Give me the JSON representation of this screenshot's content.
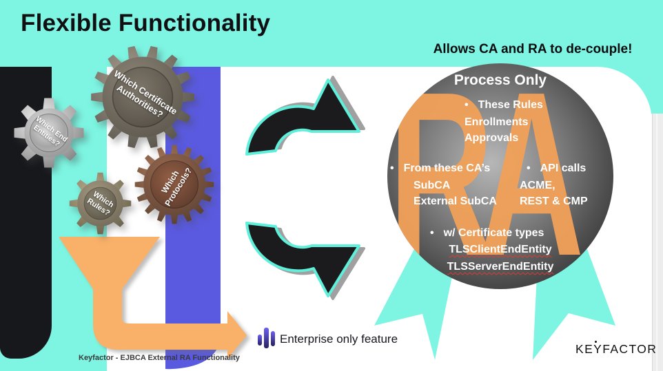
{
  "title": "Flexible Functionality",
  "callout": "Allows CA and RA to de-couple!",
  "gears": [
    {
      "label": "Which Certificate Authorities?"
    },
    {
      "label": "Which End Entities?"
    },
    {
      "label": "Which Rules?"
    },
    {
      "label": "Which Protocols?"
    }
  ],
  "sphere": {
    "watermark": "RA",
    "heading": "Process Only",
    "groups": [
      {
        "bullet": "These Rules",
        "lines": [
          "Enrollments",
          "Approvals"
        ]
      },
      {
        "bullet": "From these CA’s",
        "lines": [
          "SubCA",
          "External SubCA"
        ]
      },
      {
        "bullet": "API calls",
        "lines": [
          "ACME,",
          "REST & CMP"
        ]
      },
      {
        "bullet": "w/ Certificate types",
        "lines": [
          "TLSClientEndEntity",
          "TLSServerEndEntity"
        ]
      }
    ]
  },
  "enterprise_note": "Enterprise only feature",
  "footer_caption": "Keyfactor - EJBCA External RA Functionality",
  "logo_text": "KEYFACTOR",
  "colors": {
    "teal": "#7df5e2",
    "blue": "#5a5ae0",
    "orange": "#f9b169",
    "black_stripe": "#17181c",
    "ra_orange": "#f0a159",
    "arrow_outline": "#5ef0da"
  }
}
